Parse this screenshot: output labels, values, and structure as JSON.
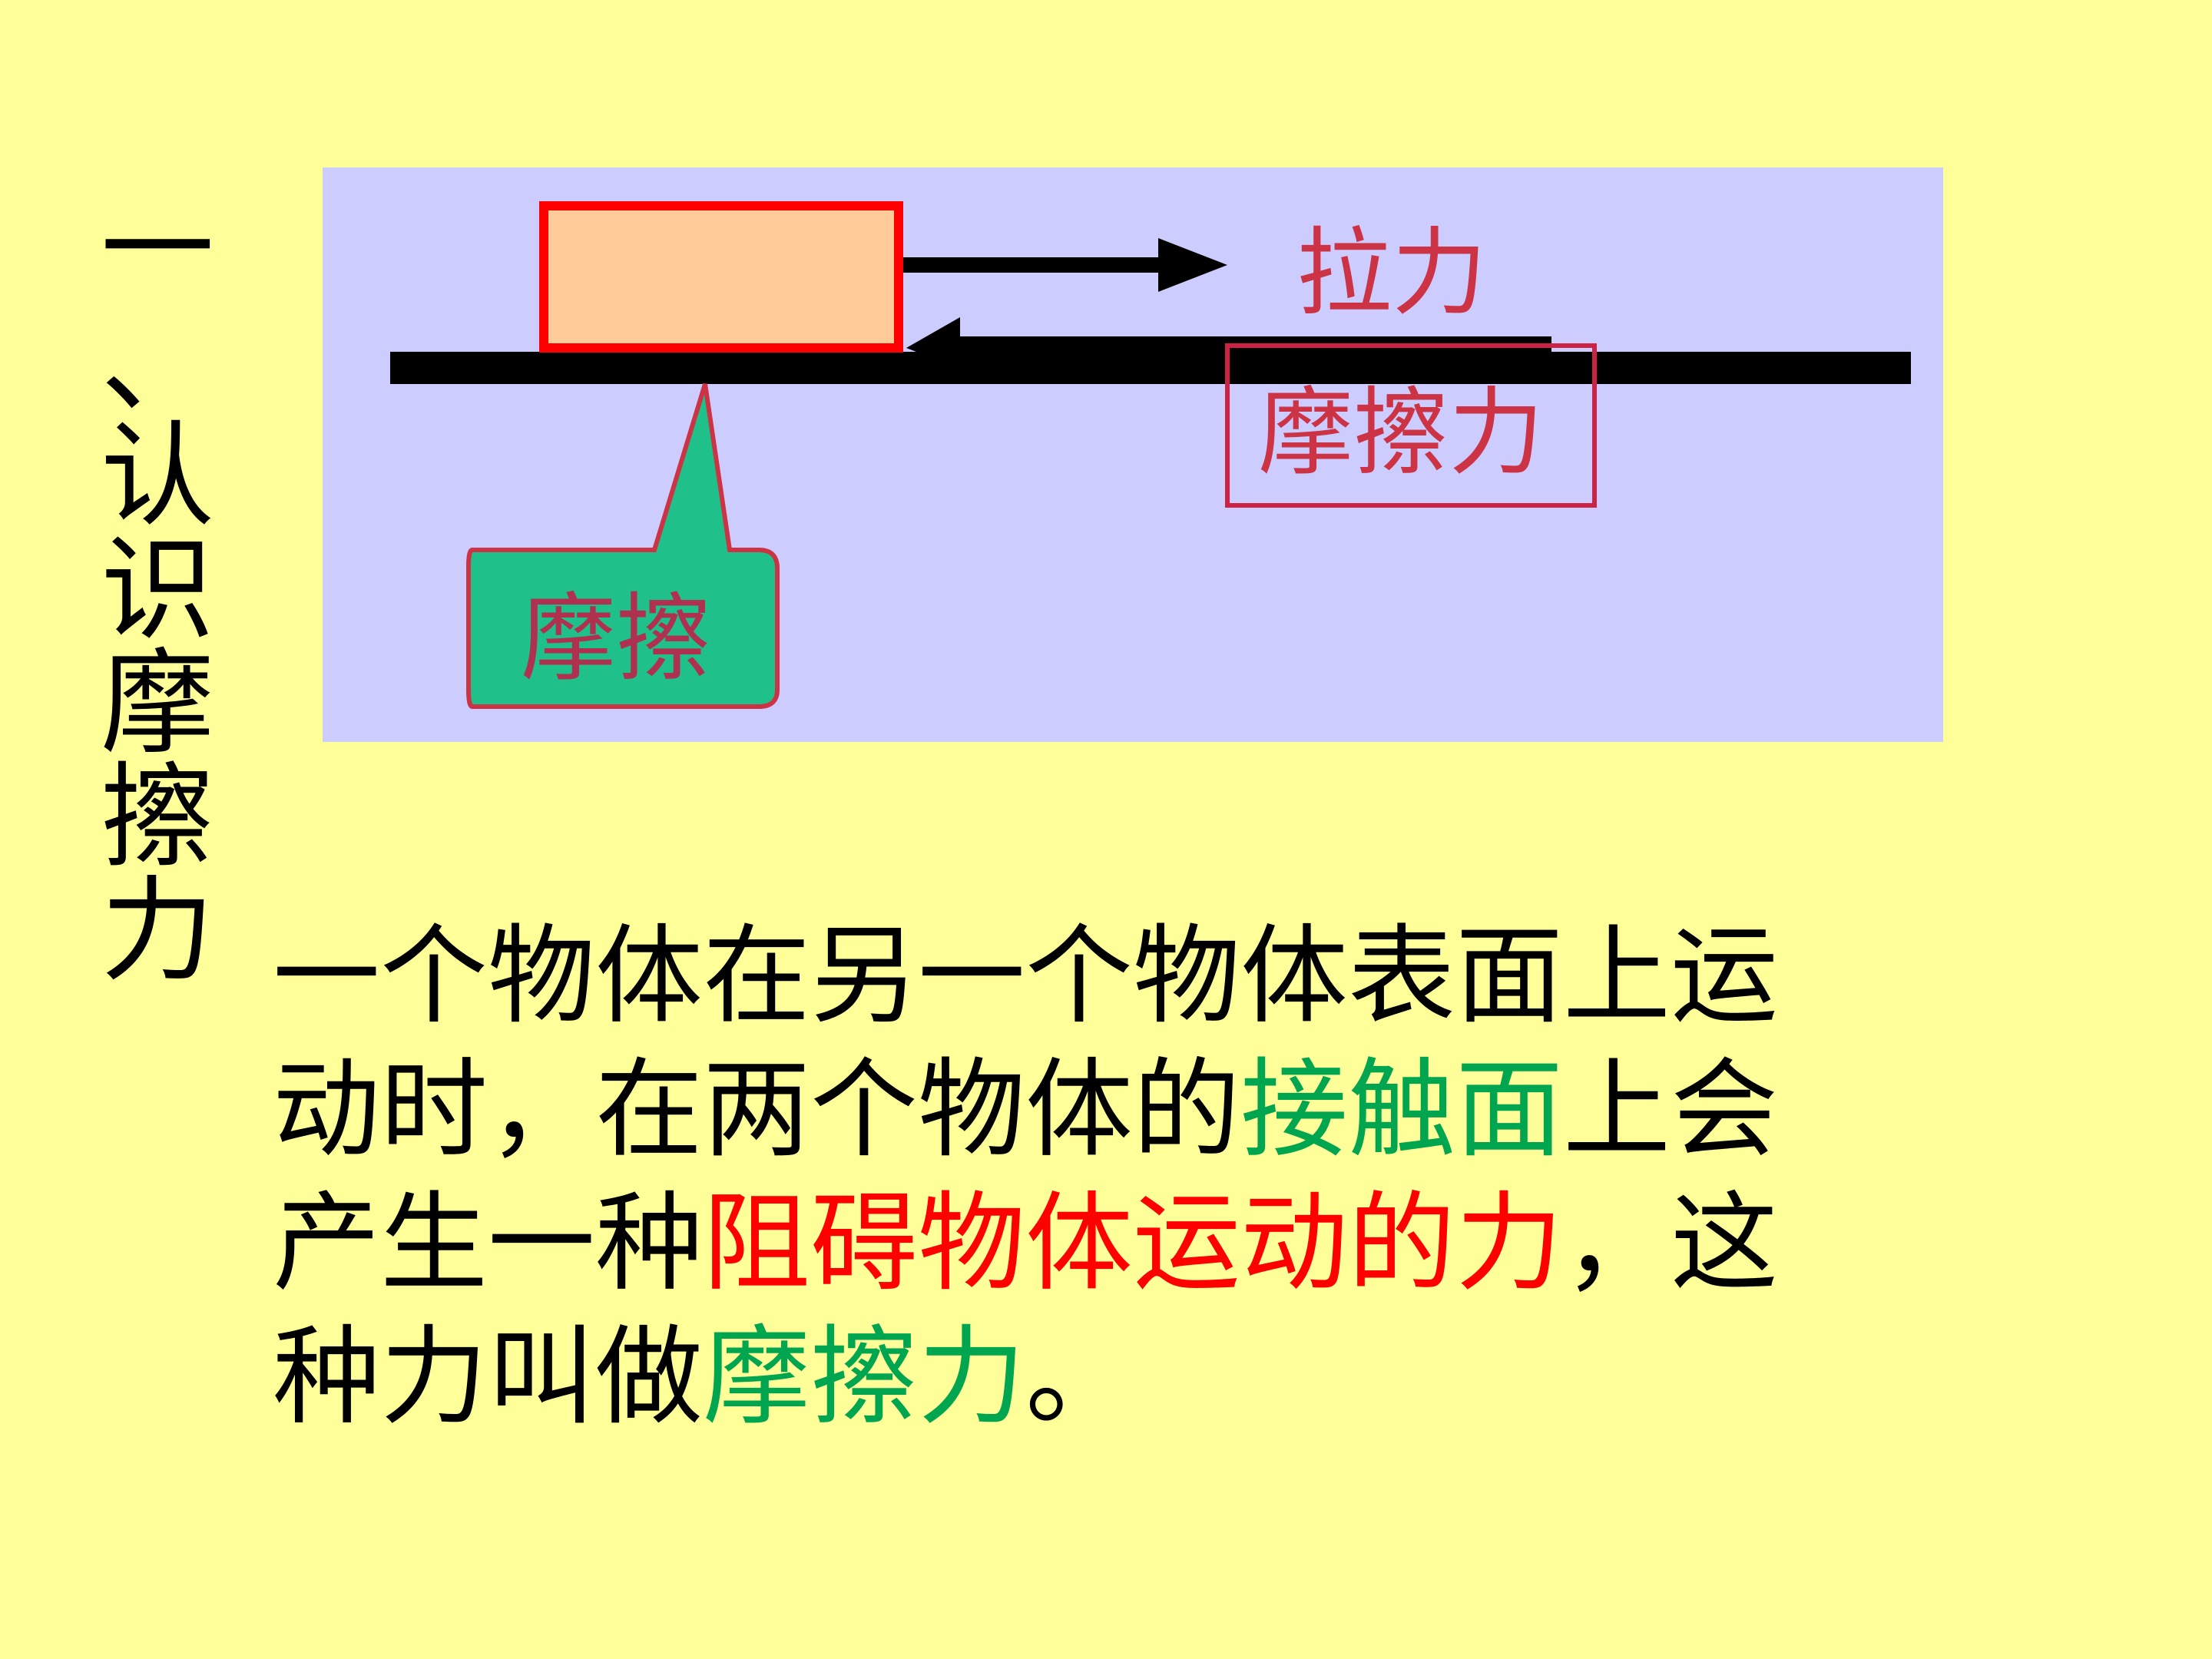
{
  "title": {
    "chars": [
      "一",
      "、",
      "认",
      "识",
      "摩",
      "擦",
      "力"
    ]
  },
  "diagram": {
    "pull_label": "拉力",
    "friction_force_label": "摩擦力",
    "callout_label": "摩擦",
    "colors": {
      "panel_bg": "#ccccff",
      "block_fill": "#ffcc99",
      "block_border": "#ff0000",
      "callout_fill": "#20c08a",
      "callout_border": "#cc3344",
      "label_text": "#cc3344",
      "box_border": "#cc2244"
    }
  },
  "paragraph": {
    "p1": "一个物体在另一个物体表面上运动时，在两个物体的",
    "contact": "接触面",
    "p2": "上会产生一种",
    "resist": "阻碍物体运动的力",
    "p3": "，这种力叫做",
    "term": "摩擦力",
    "p4": "。"
  },
  "colors": {
    "background": "#ffff99",
    "green": "#00a550",
    "red": "#ff0000"
  }
}
